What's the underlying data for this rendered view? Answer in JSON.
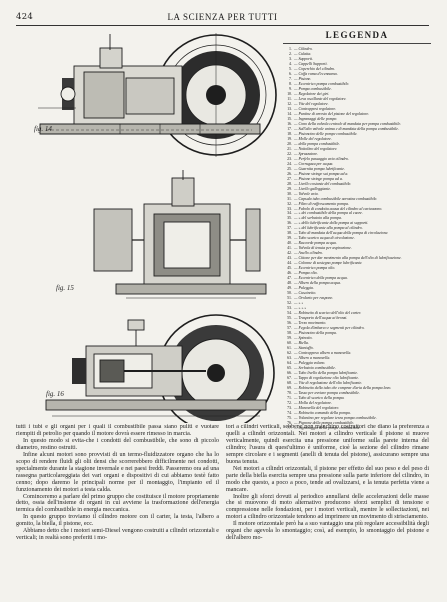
{
  "header": {
    "page_number": "424",
    "title": "LA SCIENZA PER TUTTI"
  },
  "figures": {
    "fig1_label": "fig. 14",
    "fig2_label": "fig. 15",
    "fig3_label": "fig. 16"
  },
  "legend": {
    "title": "LEGGENDA",
    "items": [
      {
        "n": "1.",
        "t": "— Cilindro."
      },
      {
        "n": "2.",
        "t": "— Culatta."
      },
      {
        "n": "3.",
        "t": "— Supporti."
      },
      {
        "n": "4.",
        "t": "— Cappelli Supporti."
      },
      {
        "n": "5.",
        "t": "— Coperchio del cilindro."
      },
      {
        "n": "6.",
        "t": "— Coffa rama d'ecennanso."
      },
      {
        "n": "7.",
        "t": "— Pistone."
      },
      {
        "n": "8.",
        "t": "— Eccentrico pompa combustibile."
      },
      {
        "n": "9.",
        "t": "— Pompa combustibile."
      },
      {
        "n": "10.",
        "t": "— Regolatore dei giri."
      },
      {
        "n": "11.",
        "t": "— Leva oscillante del regolatore."
      },
      {
        "n": "12.",
        "t": "— Vite del regolatore."
      },
      {
        "n": "13.",
        "t": "— Contrappesi regolatore."
      },
      {
        "n": "14.",
        "t": "— Puntine di arresto del pistone del regolatore."
      },
      {
        "n": "15.",
        "t": "— Ingranaggi delle pompe."
      },
      {
        "n": "16.",
        "t": "— Cono della valvola centrale di mandata per pompa combustibile."
      },
      {
        "n": "17.",
        "t": "— Sull'alto valvole anima e di mandata della pompa combustibile."
      },
      {
        "n": "18.",
        "t": "— Pistoncino delle pompe combustibile."
      },
      {
        "n": "19.",
        "t": "— Molle del regolatore."
      },
      {
        "n": "20.",
        "t": "— della pompa combustibile."
      },
      {
        "n": "21.",
        "t": "— Nottolino del regolatore."
      },
      {
        "n": "22.",
        "t": "— Spruzzatore."
      },
      {
        "n": "23.",
        "t": "— Perfelo passaggio aria cilindro."
      },
      {
        "n": "24.",
        "t": "— Corrugazu per acqua."
      },
      {
        "n": "25.",
        "t": "— Guarnita pompa lubrificante."
      },
      {
        "n": "26.",
        "t": "— Pistone stringe sui pompa ad a."
      },
      {
        "n": "27.",
        "t": "— Pistone stringe pompa ad a."
      },
      {
        "n": "28.",
        "t": "— Livello costante del combustibile."
      },
      {
        "n": "29.",
        "t": "— Livello galleggiante."
      },
      {
        "n": "30.",
        "t": "— Valvole aria."
      },
      {
        "n": "31.",
        "t": "— Capsula tubo combustibile aerosina combustibile."
      },
      {
        "n": "32.",
        "t": "— Filtro di raffrescamento pompa."
      },
      {
        "n": "33.",
        "t": "— Fabolo di condotta acqua del cilindro al carteggono."
      },
      {
        "n": "34.",
        "t": "— » dei combustibile della pompa al cuore."
      },
      {
        "n": "35.",
        "t": "— » del serbatoio alla pompa."
      },
      {
        "n": "36.",
        "t": "— » dello lubrificante della pompa ai supporti."
      },
      {
        "n": "37.",
        "t": "— » del lubrificante alla pompa al cilindro."
      },
      {
        "n": "38.",
        "t": "— Tubo di mandata dell'acqua della pompa di circolazione."
      },
      {
        "n": "39.",
        "t": "— Tubo scarico acqua di circolazione."
      },
      {
        "n": "40.",
        "t": "— Raccorde pompa acqua."
      },
      {
        "n": "41.",
        "t": "— Valvola di tenuta per aspirazione."
      },
      {
        "n": "42.",
        "t": "— Anello cilindro."
      },
      {
        "n": "43.",
        "t": "— Cittone per dar movimento alla pompa dell'olio di lubrificazione."
      },
      {
        "n": "44.",
        "t": "— Colonne di sostegno pompe lubrificante."
      },
      {
        "n": "45.",
        "t": "— Eccentrico pompa olio."
      },
      {
        "n": "46.",
        "t": "— Pompa olio."
      },
      {
        "n": "47.",
        "t": "— Eccentrico della pompa acqua."
      },
      {
        "n": "48.",
        "t": "— Albero della pompa acqua."
      },
      {
        "n": "49.",
        "t": "— Puleggia."
      },
      {
        "n": "50.",
        "t": "— Cuscinetto."
      },
      {
        "n": "51.",
        "t": "— Orolario per raspone."
      },
      {
        "n": "52.",
        "t": "— »   »"
      },
      {
        "n": "53.",
        "t": "— »   »   »"
      },
      {
        "n": "54.",
        "t": "— Robinetto di scarico dell'olio del carter."
      },
      {
        "n": "55.",
        "t": "— Trasporto dell'acqua ai bronzi."
      },
      {
        "n": "56.",
        "t": "— Terzo movimento."
      },
      {
        "n": "57.",
        "t": "— Fegola d'imbarco e segmenti per cilindro."
      },
      {
        "n": "58.",
        "t": "— Pistoncino della pompa."
      },
      {
        "n": "59.",
        "t": "— Spinotto."
      },
      {
        "n": "60.",
        "t": "— Biella."
      },
      {
        "n": "61.",
        "t": "— Stantuffo."
      },
      {
        "n": "62.",
        "t": "— Contrappeso albero a manovella."
      },
      {
        "n": "63.",
        "t": "— Albero a manovella."
      },
      {
        "n": "64.",
        "t": "— Puleggia volano."
      },
      {
        "n": "65.",
        "t": "— Serbatoio combustibile."
      },
      {
        "n": "66.",
        "t": "— Tubo livello della pompa lubrificante."
      },
      {
        "n": "67.",
        "t": "— Tappo di regolazione olio lubrificante."
      },
      {
        "n": "68.",
        "t": "— Vite di regolazione dell'olio lubrificante."
      },
      {
        "n": "69.",
        "t": "— Robinetto della tubo che comprar d'aria della pompa lavo."
      },
      {
        "n": "70.",
        "t": "— Tasso per avviare pompa combustibile."
      },
      {
        "n": "71.",
        "t": "— Tubo di scarico della pompa."
      },
      {
        "n": "72.",
        "t": "— Molla del regolatore."
      },
      {
        "n": "73.",
        "t": "— Manovella del regolatore."
      },
      {
        "n": "74.",
        "t": "— Robinetto comando della pompa."
      },
      {
        "n": "75.",
        "t": "— Volantino per regolare terza pompa combustibile."
      },
      {
        "n": "76.",
        "t": "— Pignone della pompa combustibile."
      },
      {
        "n": "77.",
        "t": "— Ingranaggio della pompe combustibile."
      }
    ]
  },
  "body": {
    "col1": [
      "tutti i tubi e gli organi per i quali il combustibile passa siano puliti e vuotare riempiti di petrolio per quando il motore dovrà essere rimesso in marcia.",
      "In questo modo si evita-che i condotti del combustibile, che sono di piccolo diametro, restino ostruiti.",
      "Infine alcuni motori sono provvisti di un termo-fluidizzatore organo che ha lo scopo di rendere fluidi gli olii densi che scorrerebbero difficilmente nei condotti, specialmente durante la stagione invernale e nei paesi freddi. Passeremo ora ad una rassegna particolareggiata dei vari organi e dispositivi di cui abbiamo testè fatto cenno; dopo daremo le principali norme per il montaggio, l'impianto ed il funzionamento dei motori a testa calda.",
      "Cominceremo a parlare del primo gruppo che costituisce il motore propriamente detto, ossia dell'insieme di organi in cui avviene la trasformazione dell'energia termica del combustibile in energia meccanica.",
      "In questo gruppo troviamo il cilindro motore con il carter, la testa, l'albero a gomito, la biella, il pistone, ecc.",
      "Abbiamo detto che i motori semi-Diesel vengono costruiti a cilindri orizzontali e verticali; in realtà sono preferiti i mo-"
    ],
    "col2": [
      "tori a cilindri verticali, sebbene non manchino costruttori che diano la preferenza a quelli a cilindri orizzontali. Nei motori a cilindro verticale il pistone si muove verticalmente, quindi esercita una pressione uniforme sulla parete interna del cilindro; l'usura di quest'ultimo è uniforme, cioè la sezione del cilindro rimane sempre circolare e i segmenti (anelli di tenuta del pistone), assicurano sempre una buona tenuta.",
      "Nei motori a cilindri orizzontali, il pistone per effetto del suo peso e del peso di parte della biella esercita sempre una pressione sulla parte inferiore del cilindro, in modo che questo, a poco a poco, tende ad ovalizzarsi, e la tenuta perfetta viene a mancare.",
      "Inoltre gli sforzi dovuti al periodico annullarsi delle accelerazioni delle masse che si muovono di moto alternativo producono sforzi semplici di tensione e compressione nelle fondazioni, per i motori verticali, mentre le sollecitazioni, nei motori a cilindro orizzontale tendono ad imprimere un movimento di strisciamento.",
      "Il motore orizzontale però ha a suo vantaggio una più regolare accessibilità degli organi che agevola lo smontaggio; così, ad esempio, lo smontaggio del pistone e dell'albero mo-"
    ]
  }
}
